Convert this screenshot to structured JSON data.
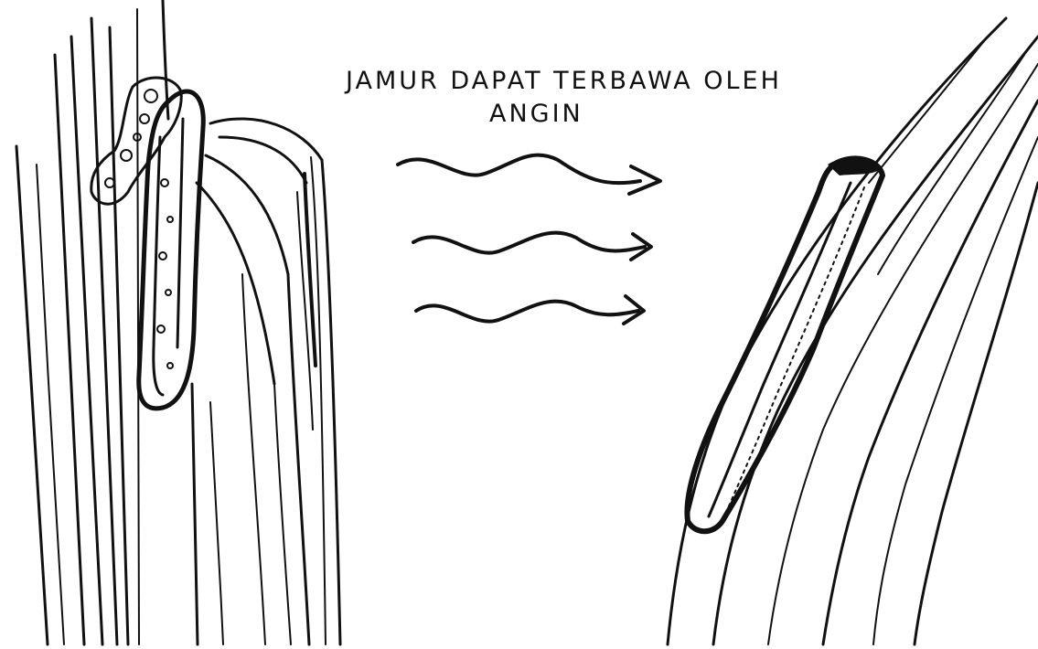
{
  "caption": {
    "line1": "JAMUR DAPAT TERBAWA OLEH",
    "line2": "ANGIN"
  },
  "colors": {
    "ink": "#111111",
    "background": "#ffffff"
  },
  "icons": {
    "wind": "wavy-arrow"
  }
}
